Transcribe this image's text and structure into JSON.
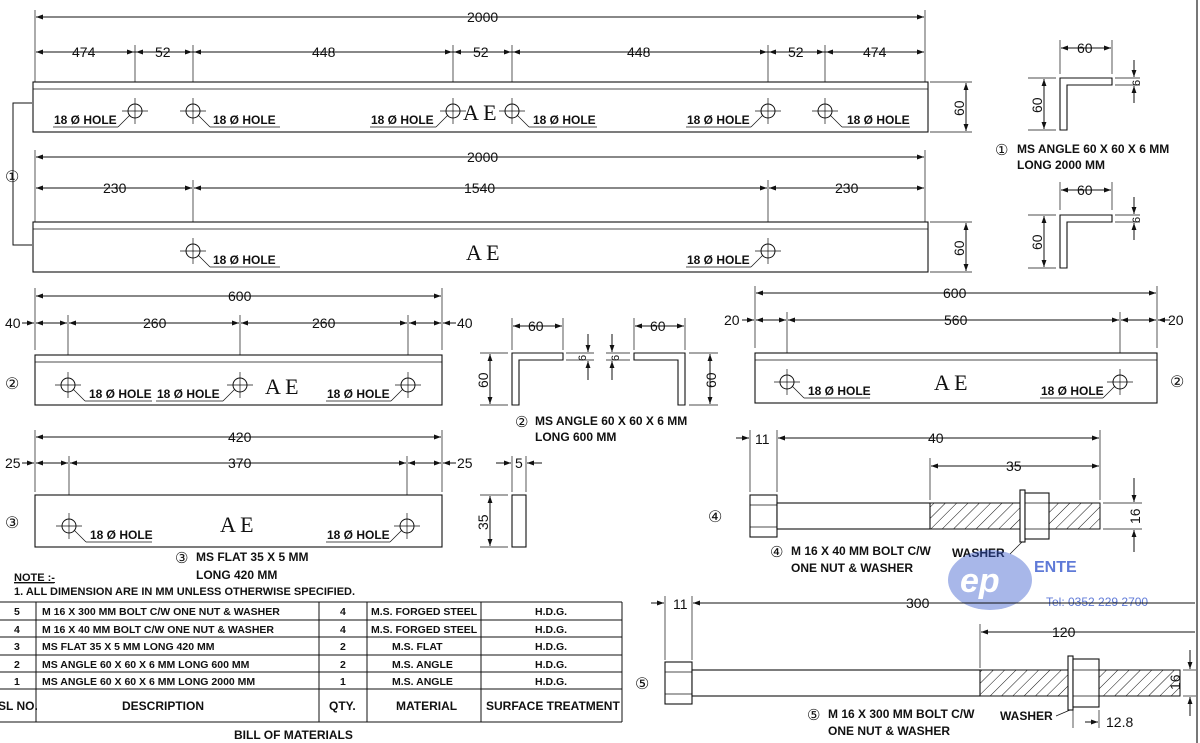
{
  "colors": {
    "ink": "#111111",
    "stamp": "#3355cc",
    "paper": "#ffffff"
  },
  "common": {
    "hole_label": "18 Ø HOLE",
    "maker_mark": "A E",
    "washer_label": "WASHER"
  },
  "item_markers": {
    "m1": "①",
    "m2": "②",
    "m3": "③",
    "m4": "④",
    "m5": "⑤"
  },
  "part1": {
    "overall": "2000",
    "top_dims": [
      "474",
      "52",
      "448",
      "52",
      "448",
      "52",
      "474"
    ],
    "bottom_dims": [
      "230",
      "1540",
      "230"
    ],
    "height_dim": "60",
    "section_width": "60",
    "section_height": "60",
    "section_thk": "6",
    "title_line1": "MS ANGLE 60 X 60 X 6 MM",
    "title_line2": "LONG 2000 MM"
  },
  "part2": {
    "overall": "600",
    "end_dim": "40",
    "dims": [
      "260",
      "260"
    ],
    "right_overall": "600",
    "right_end_dim": "20",
    "right_mid": "560",
    "section_width": "60",
    "section_height": "60",
    "section_thk": "6",
    "title_line1": "MS ANGLE 60 X 60 X 6 MM",
    "title_line2": "LONG 600 MM"
  },
  "part3": {
    "overall": "420",
    "end_dim": "25",
    "mid": "370",
    "thk": "5",
    "width": "35",
    "title_line1": "MS FLAT 35 X 5 MM",
    "title_line2": "LONG 420 MM"
  },
  "part4": {
    "head": "11",
    "length": "40",
    "thread": "35",
    "dia": "16",
    "title_line1": "M 16 X 40 MM BOLT C/W",
    "title_line2": "ONE NUT & WASHER"
  },
  "part5": {
    "head": "11",
    "length": "300",
    "thread": "120",
    "dia": "16",
    "nut": "12.8",
    "title_line1": "M 16 X 300 MM BOLT C/W",
    "title_line2": "ONE NUT & WASHER"
  },
  "notes": {
    "heading": "NOTE :-",
    "line1": "1.  ALL DIMENSION ARE IN MM UNLESS OTHERWISE SPECIFIED."
  },
  "bom": {
    "title": "BILL  OF  MATERIALS",
    "headers": [
      "SL NO.",
      "DESCRIPTION",
      "QTY.",
      "MATERIAL",
      "SURFACE TREATMENT"
    ],
    "rows": [
      [
        "5",
        "M 16 X 300 MM BOLT C/W ONE NUT & WASHER",
        "4",
        "M.S. FORGED STEEL",
        "H.D.G."
      ],
      [
        "4",
        "M 16 X 40 MM BOLT C/W ONE NUT & WASHER",
        "4",
        "M.S. FORGED STEEL",
        "H.D.G."
      ],
      [
        "3",
        "MS FLAT 35 X 5 MM LONG 420 MM",
        "2",
        "M.S. FLAT",
        "H.D.G."
      ],
      [
        "2",
        "MS ANGLE 60 X 60 X 6 MM LONG 600 MM",
        "2",
        "M.S. ANGLE",
        "H.D.G."
      ],
      [
        "1",
        "MS ANGLE 60 X 60 X 6 MM LONG 2000 MM",
        "1",
        "M.S. ANGLE",
        "H.D.G."
      ]
    ]
  },
  "stamp": {
    "logo": "ep",
    "text1": "ENTE",
    "text2": "Tel: 0352 229 2700"
  }
}
